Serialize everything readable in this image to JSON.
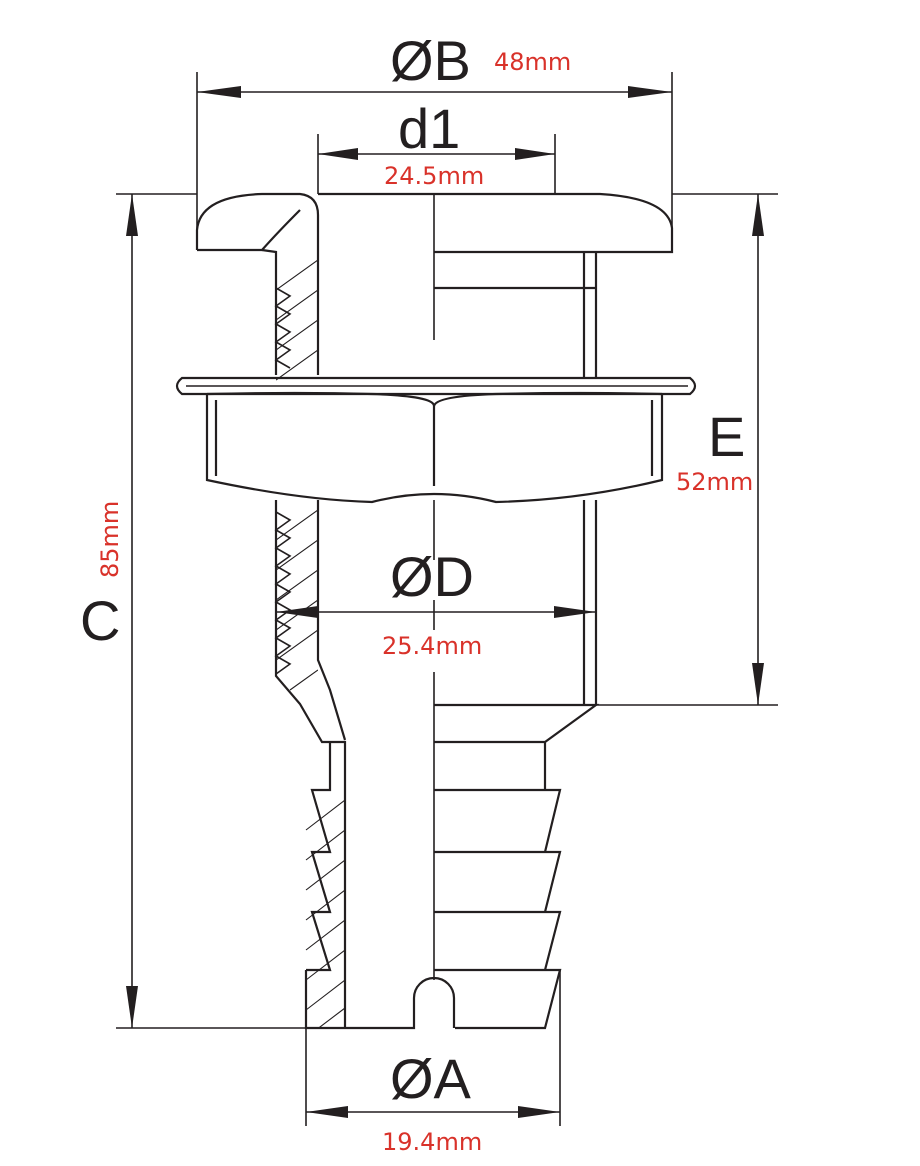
{
  "dimensions": {
    "B": {
      "label": "ØB",
      "value": "48mm"
    },
    "d1": {
      "label": "d1",
      "value": "24.5mm"
    },
    "E": {
      "label": "E",
      "value": "52mm"
    },
    "C": {
      "label": "C",
      "value": "85mm"
    },
    "D": {
      "label": "ØD",
      "value": "25.4mm"
    },
    "A": {
      "label": "ØA",
      "value": "19.4mm"
    }
  },
  "colors": {
    "line": "#231f20",
    "value_text": "#d9322a",
    "background": "#ffffff"
  }
}
